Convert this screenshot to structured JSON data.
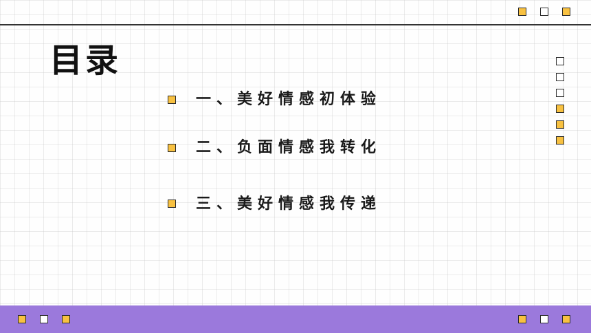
{
  "title": "目录",
  "items": [
    {
      "label": "一、美好情感初体验"
    },
    {
      "label": "二、负面情感我转化"
    },
    {
      "label": "三、美好情感我传递"
    }
  ],
  "colors": {
    "accent_yellow": "#f8c141",
    "footer_purple": "#9b79dc",
    "line_dark": "#2a2a2a"
  }
}
